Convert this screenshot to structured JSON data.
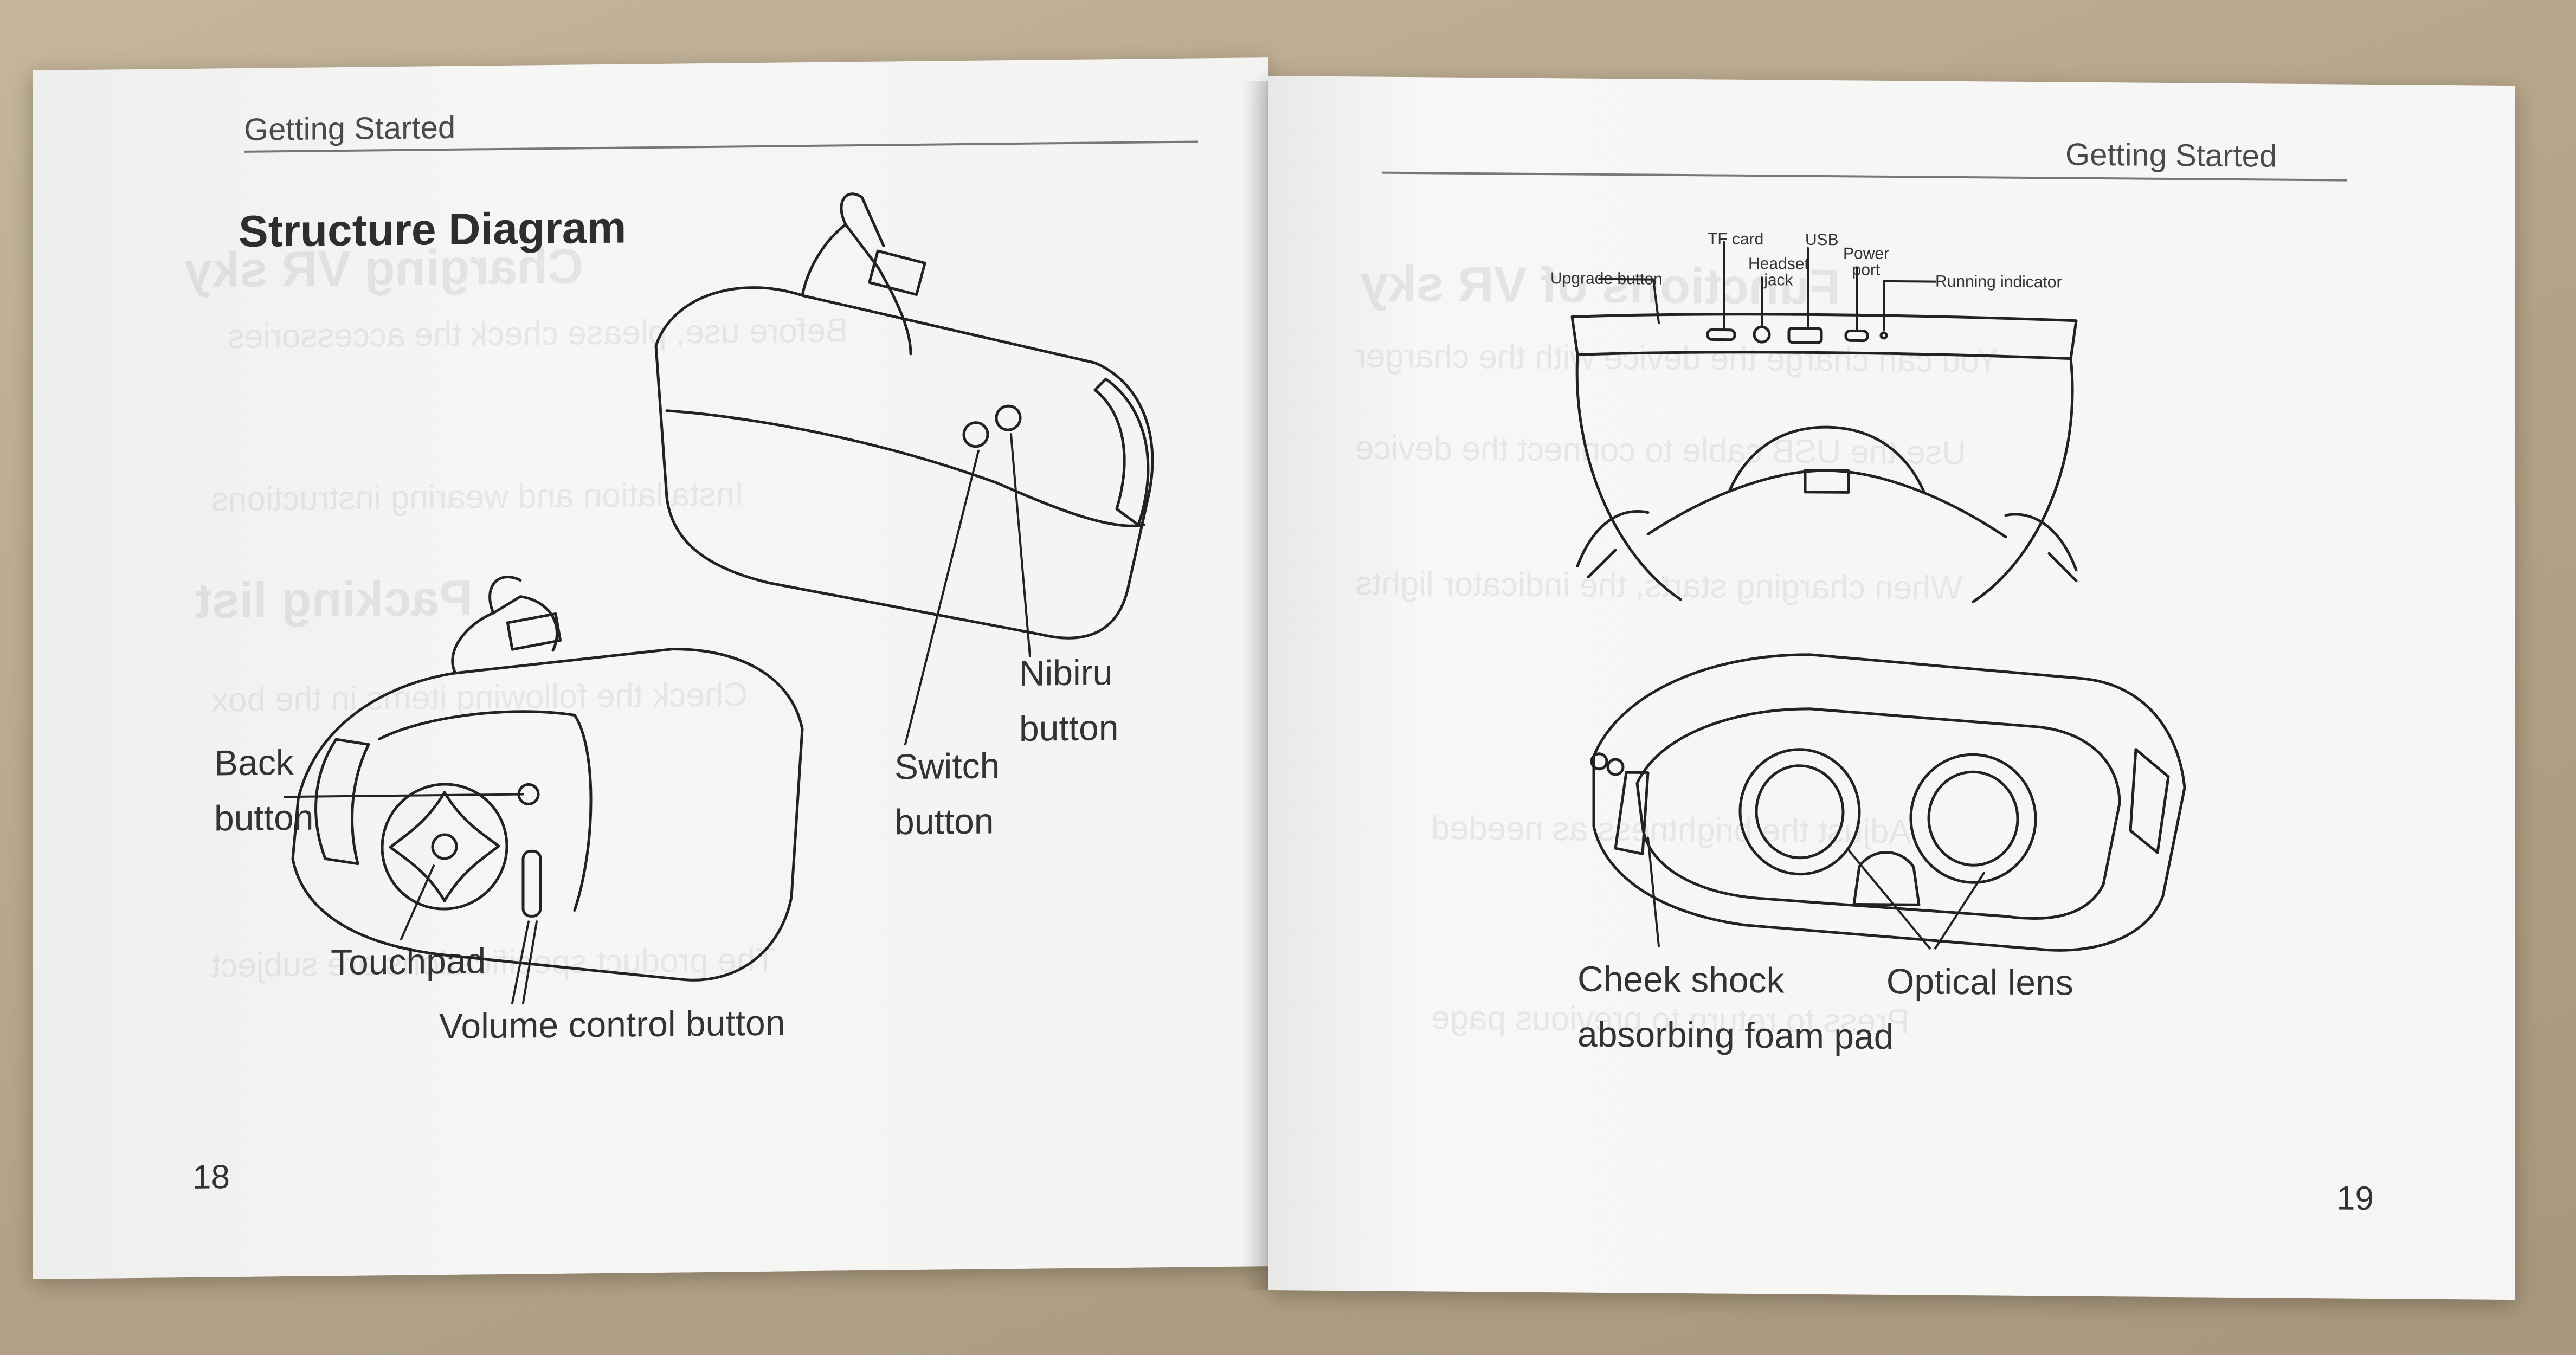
{
  "left_page": {
    "header": "Getting Started",
    "title": "Structure Diagram",
    "labels": {
      "back_line1": "Back",
      "back_line2": "button",
      "switch_line1": "Switch",
      "switch_line2": "button",
      "nibiru_line1": "Nibiru",
      "nibiru_line2": "button",
      "touchpad": "Touchpad",
      "volume": "Volume control button"
    },
    "page_number": "18"
  },
  "right_page": {
    "header": "Getting Started",
    "top_labels": {
      "tf_card": "TF card",
      "usb": "USB",
      "headset_line1": "Headset",
      "headset_line2": "jack",
      "power_line1": "Power",
      "power_line2": "port",
      "upgrade": "Upgrade button",
      "running": "Running indicator"
    },
    "bottom_labels": {
      "cheek_line1": "Cheek shock",
      "cheek_line2": "absorbing foam pad",
      "optical": "Optical lens"
    },
    "page_number": "19"
  },
  "colors": {
    "paper": "#f4f4f2",
    "ink": "#222222",
    "table": "#b8a88e"
  }
}
